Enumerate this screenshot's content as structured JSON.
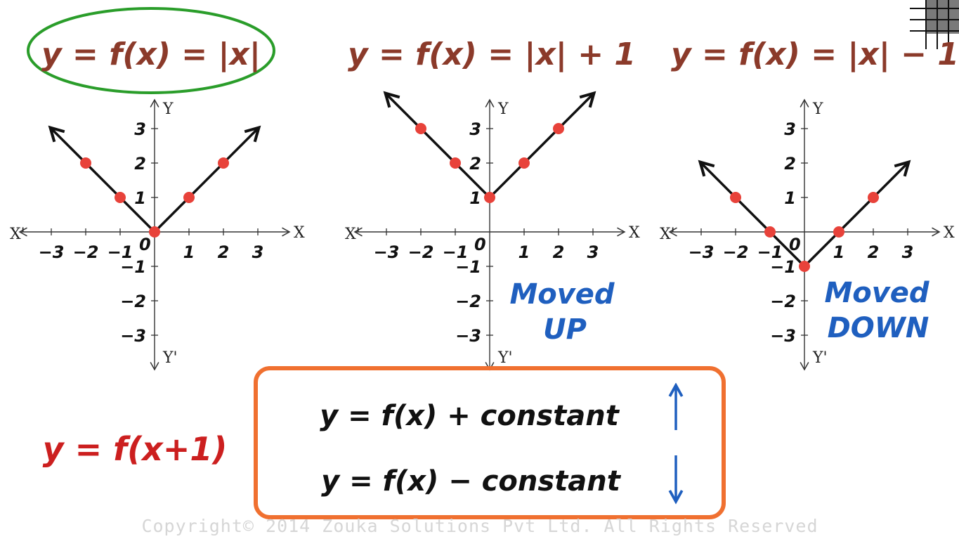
{
  "colors": {
    "equation": "#8b3a2a",
    "point": "#e8423a",
    "line": "#111111",
    "blue": "#1f5fbf",
    "red_eq": "#cc1f1f",
    "green_ellipse": "#2a9d2a",
    "orange_box": "#f07030",
    "watermark": "#d6d6d6"
  },
  "graphs": [
    {
      "equation": "y = f(x) = |x|",
      "highlighted": true,
      "note": [],
      "shift": 0,
      "points": [
        [
          -2,
          2
        ],
        [
          -1,
          1
        ],
        [
          0,
          0
        ],
        [
          1,
          1
        ],
        [
          2,
          2
        ]
      ]
    },
    {
      "equation": "y = f(x) = |x| + 1",
      "highlighted": false,
      "note": [
        "Moved",
        "UP"
      ],
      "shift": 1,
      "points": [
        [
          -2,
          3
        ],
        [
          -1,
          2
        ],
        [
          0,
          1
        ],
        [
          1,
          2
        ],
        [
          2,
          3
        ]
      ]
    },
    {
      "equation": "y = f(x) = |x| − 1",
      "highlighted": false,
      "note": [
        "Moved",
        "DOWN"
      ],
      "shift": -1,
      "points": [
        [
          -2,
          1
        ],
        [
          -1,
          0
        ],
        [
          0,
          -1
        ],
        [
          1,
          0
        ],
        [
          2,
          1
        ]
      ]
    }
  ],
  "axis": {
    "x_label": "X",
    "x_neg_label": "X'",
    "y_label": "Y",
    "y_neg_label": "Y'",
    "origin_label": "0",
    "x_ticks": [
      "−3",
      "−2",
      "−1",
      "1",
      "2",
      "3"
    ],
    "y_ticks": [
      "3",
      "2",
      "1",
      "−1",
      "−2",
      "−3"
    ]
  },
  "side_equation": "y = f(x+1)",
  "rules": [
    {
      "text": "y = f(x) + constant",
      "arrow": "up"
    },
    {
      "text": "y = f(x) − constant",
      "arrow": "down"
    }
  ],
  "copyright": "Copyright© 2014 Zouka Solutions Pvt Ltd. All Rights Reserved"
}
